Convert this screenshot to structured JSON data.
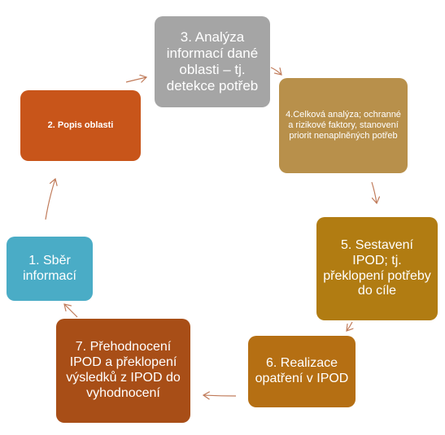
{
  "diagram": {
    "steps": [
      {
        "id": "b1",
        "text": "1. Sběr informací",
        "color": "#4aacc6"
      },
      {
        "id": "b2",
        "text": "2. Popis oblasti",
        "color": "#c8551a"
      },
      {
        "id": "b3",
        "text": "3. Analýza informací dané oblasti – tj. detekce potřeb",
        "color": "#a5a5a5"
      },
      {
        "id": "b4",
        "text": "4.Celková analýza; ochranné a rizikové faktory, stanovení priorit  nenaplněných potřeb",
        "color": "#b8904b"
      },
      {
        "id": "b5",
        "text": "5. Sestavení IPOD; tj. překlopení potřeby do cíle",
        "color": "#b17c12"
      },
      {
        "id": "b6",
        "text": "6. Realizace opatření v IPOD",
        "color": "#b56f13"
      },
      {
        "id": "b7",
        "text": "7. Přehodnocení IPOD a překlopení výsledků z IPOD do vyhodnocení",
        "color": "#a84e17"
      }
    ],
    "arrow_color": "#c07b5a"
  }
}
